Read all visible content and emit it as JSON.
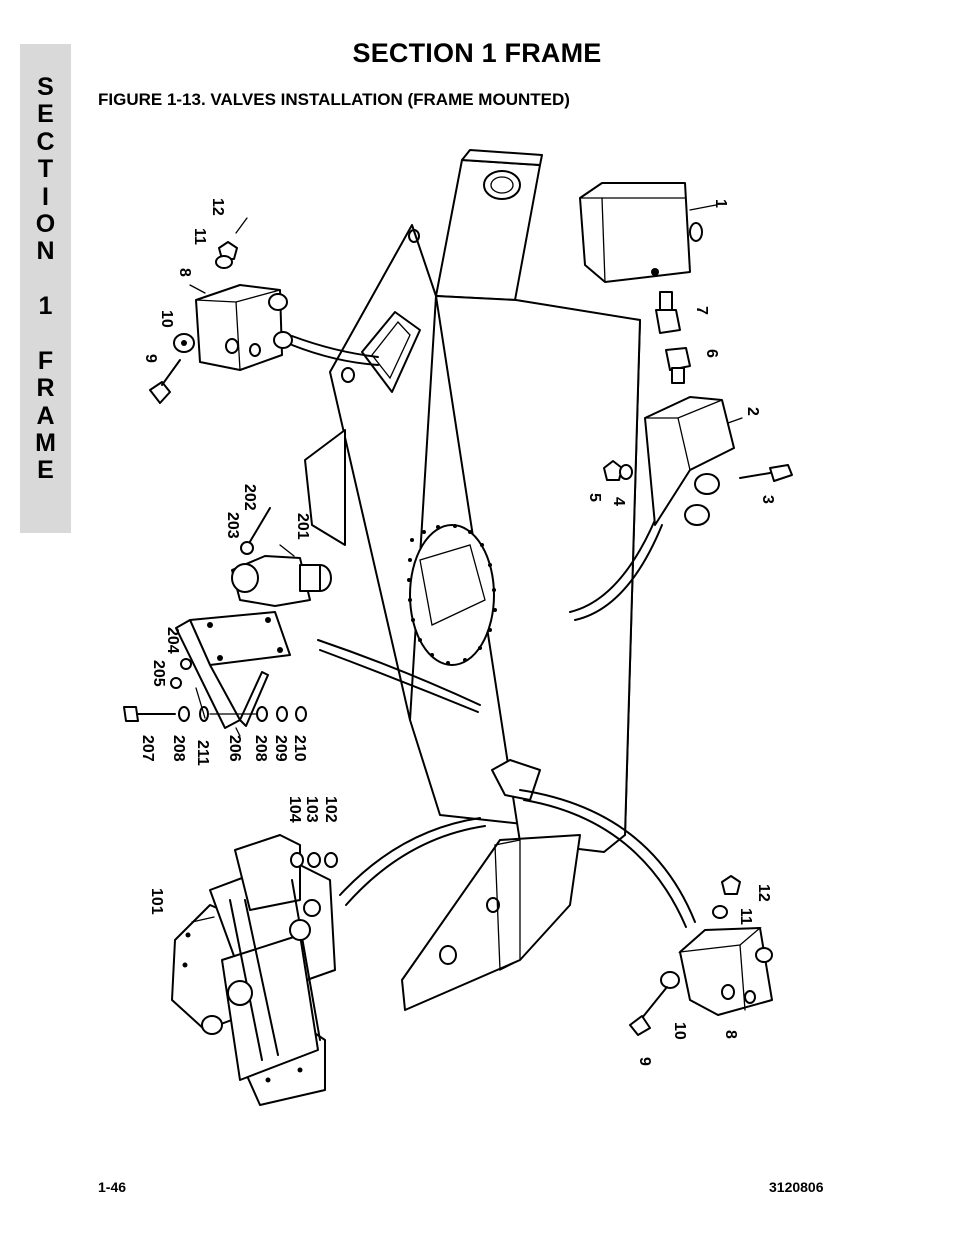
{
  "side_tab": {
    "letters": [
      "S",
      "E",
      "C",
      "T",
      "I",
      "O",
      "N",
      "",
      "1",
      "",
      "F",
      "R",
      "A",
      "M",
      "E"
    ]
  },
  "header": {
    "section_title": "SECTION 1  FRAME",
    "figure_title": "FIGURE 1-13.  VALVES INSTALLATION (FRAME MOUNTED)"
  },
  "callouts": {
    "c1": "1",
    "c2": "2",
    "c3": "3",
    "c4": "4",
    "c5": "5",
    "c6": "6",
    "c7": "7",
    "c8a": "8",
    "c9a": "9",
    "c10a": "10",
    "c11a": "11",
    "c12a": "12",
    "c8b": "8",
    "c9b": "9",
    "c10b": "10",
    "c11b": "11",
    "c12b": "12",
    "c101": "101",
    "c102": "102",
    "c103": "103",
    "c104": "104",
    "c201": "201",
    "c202": "202",
    "c203": "203",
    "c204": "204",
    "c205": "205",
    "c206": "206",
    "c207": "207",
    "c208a": "208",
    "c208b": "208",
    "c209": "209",
    "c210": "210",
    "c211": "211"
  },
  "footer": {
    "page_number": "1-46",
    "document_number": "3120806"
  },
  "colors": {
    "side_tab_bg": "#d9d9d9",
    "ink": "#000000",
    "paper": "#ffffff"
  }
}
